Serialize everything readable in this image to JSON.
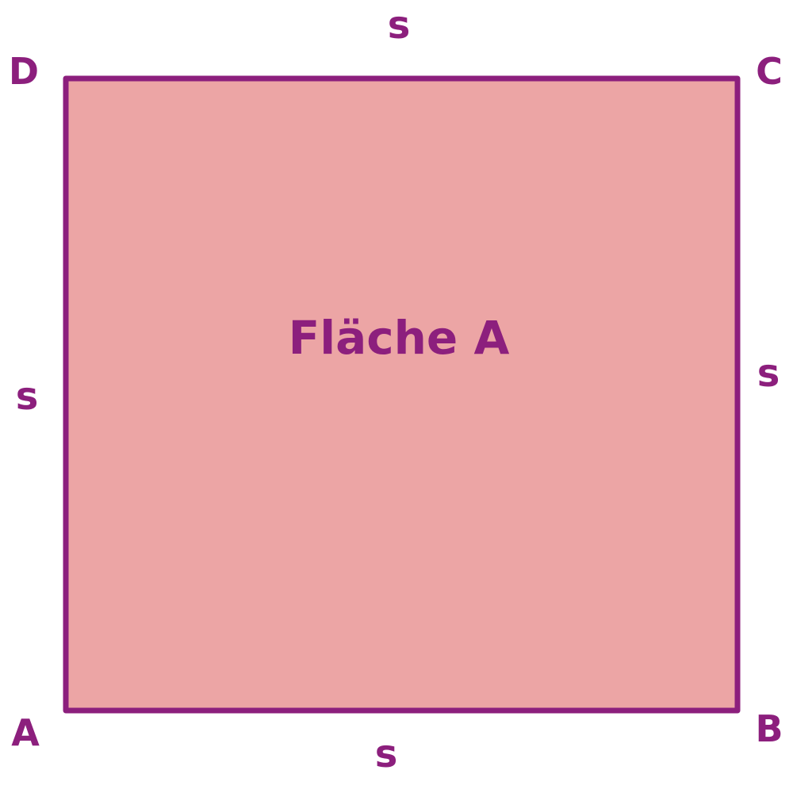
{
  "colors": {
    "fill": "#eca5a5",
    "stroke": "#8c1f7d",
    "label": "#8c1f7d"
  },
  "area_label": "Fläche A",
  "vertices": {
    "a": "A",
    "b": "B",
    "c": "C",
    "d": "D"
  },
  "sides": {
    "top": "s",
    "right": "s",
    "bottom": "s",
    "left": "s"
  }
}
